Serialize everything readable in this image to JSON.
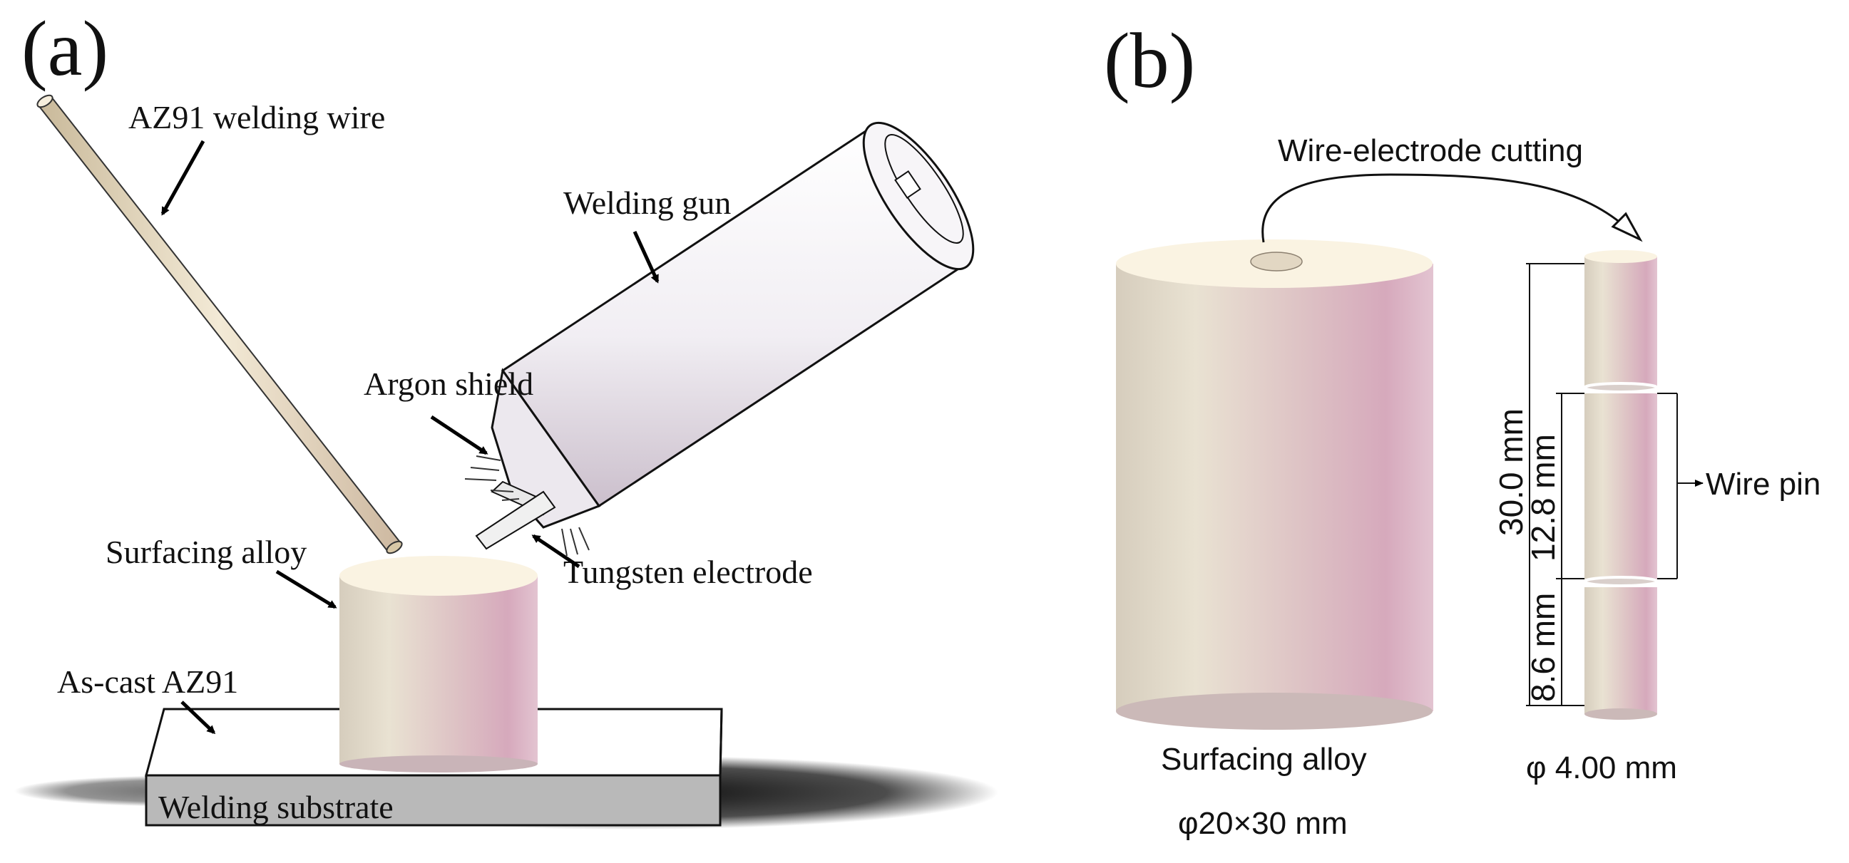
{
  "panel_a": {
    "letter": "(a)",
    "labels": {
      "welding_wire": "AZ91 welding wire",
      "welding_gun": "Welding gun",
      "argon_shield": "Argon shield",
      "surfacing_alloy": "Surfacing alloy",
      "tungsten_electrode": "Tungsten electrode",
      "as_cast": "As-cast AZ91",
      "substrate": "Welding substrate"
    }
  },
  "panel_b": {
    "letter": "(b)",
    "labels": {
      "cutting": "Wire-electrode cutting",
      "surfacing_alloy": "Surfacing alloy",
      "alloy_size": "φ20×30 mm",
      "pin_diameter": "φ 4.00 mm",
      "wire_pin": "Wire pin",
      "dim_total": "30.0 mm",
      "dim_middle": "12.8 mm",
      "dim_bottom": "8.6 mm"
    }
  },
  "colors": {
    "cylinder_light": "#e4ddcf",
    "cylinder_pink": "#d8b3c2",
    "top_face": "#faf3e2",
    "wire": "#ece2c9",
    "gun_body": "#f4f2f6",
    "substrate_front": "#b8b8b8"
  }
}
